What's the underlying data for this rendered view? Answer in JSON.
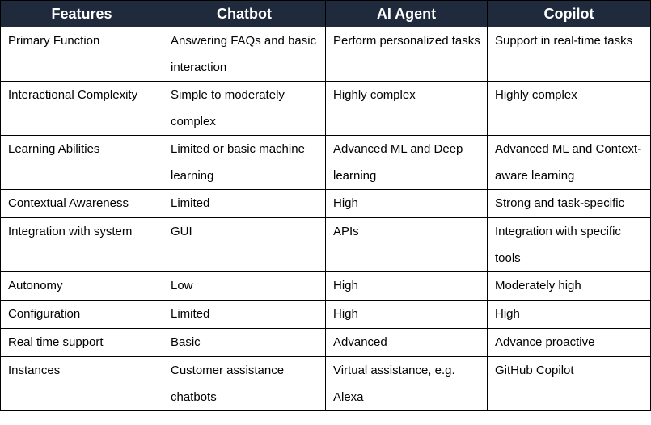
{
  "header": {
    "features": "Features",
    "chatbot": "Chatbot",
    "ai_agent": "AI Agent",
    "copilot": "Copilot"
  },
  "rows": [
    {
      "feature": "Primary Function",
      "chatbot": "Answering FAQs and basic interaction",
      "ai_agent": "Perform personalized tasks",
      "copilot": "Support in real-time tasks"
    },
    {
      "feature": "Interactional Complexity",
      "chatbot": "Simple to moderately complex",
      "ai_agent": "Highly complex",
      "copilot": "Highly complex"
    },
    {
      "feature": "Learning Abilities",
      "chatbot": "Limited or basic machine learning",
      "ai_agent": "Advanced ML and Deep learning",
      "copilot": "Advanced ML and Context-aware learning"
    },
    {
      "feature": "Contextual Awareness",
      "chatbot": "Limited",
      "ai_agent": "High",
      "copilot": "Strong and task-specific"
    },
    {
      "feature": "Integration with system",
      "chatbot": "GUI",
      "ai_agent": "APIs",
      "copilot": "Integration with specific tools"
    },
    {
      "feature": "Autonomy",
      "chatbot": "Low",
      "ai_agent": "High",
      "copilot": "Moderately high"
    },
    {
      "feature": "Configuration",
      "chatbot": "Limited",
      "ai_agent": "High",
      "copilot": "High"
    },
    {
      "feature": "Real time support",
      "chatbot": "Basic",
      "ai_agent": "Advanced",
      "copilot": "Advance proactive"
    },
    {
      "feature": "Instances",
      "chatbot": "Customer assistance chatbots",
      "ai_agent": "Virtual assistance, e.g. Alexa",
      "copilot": "GitHub Copilot"
    }
  ],
  "colors": {
    "header_background": "#1f2a3c",
    "header_text": "#ffffff",
    "border": "#000000"
  }
}
